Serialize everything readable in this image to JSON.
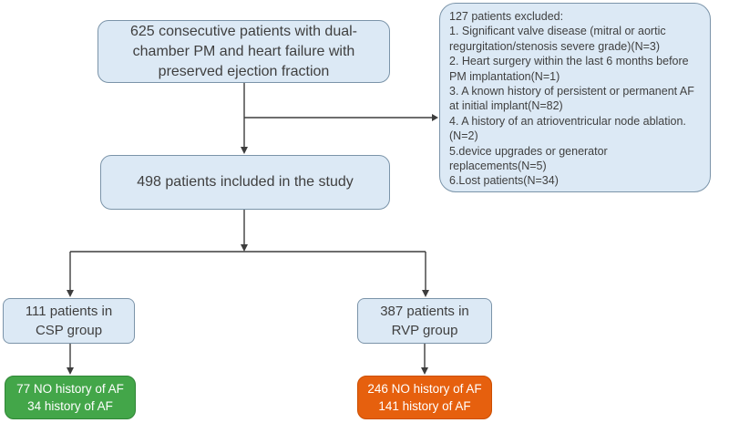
{
  "colors": {
    "box_fill": "#dce9f5",
    "box_border": "#7b94a9",
    "green_fill": "#43a649",
    "green_border": "#2f8536",
    "orange_fill": "#e6600e",
    "orange_border": "#cc4e00",
    "connector": "#3d3d3d",
    "text": "#3f3f3f",
    "outcome_text": "#ffffff"
  },
  "boxes": {
    "enrollment": {
      "lines": [
        "625 consecutive patients with dual-",
        "chamber PM and heart failure with",
        "preserved ejection fraction"
      ]
    },
    "excluded": {
      "title": "127 patients excluded:",
      "items": [
        "1. Significant valve disease (mitral or aortic regurgitation/stenosis severe grade)(N=3)",
        "2. Heart surgery within the last 6 months before PM implantation(N=1)",
        "3. A known history of persistent or permanent AF at initial implant(N=82)",
        "4. A history of an atrioventricular node ablation.(N=2)",
        "5.device upgrades or generator replacements(N=5)",
        "6.Lost patients(N=34)"
      ]
    },
    "included": {
      "text": "498 patients included in the study"
    },
    "csp_group": {
      "lines": [
        "111 patients in",
        "CSP group"
      ]
    },
    "rvp_group": {
      "lines": [
        "387 patients in",
        "RVP group"
      ]
    },
    "csp_outcome": {
      "lines": [
        "77 NO history of AF",
        "34 history of AF"
      ]
    },
    "rvp_outcome": {
      "lines": [
        "246 NO history of AF",
        "141 history of AF"
      ]
    }
  }
}
